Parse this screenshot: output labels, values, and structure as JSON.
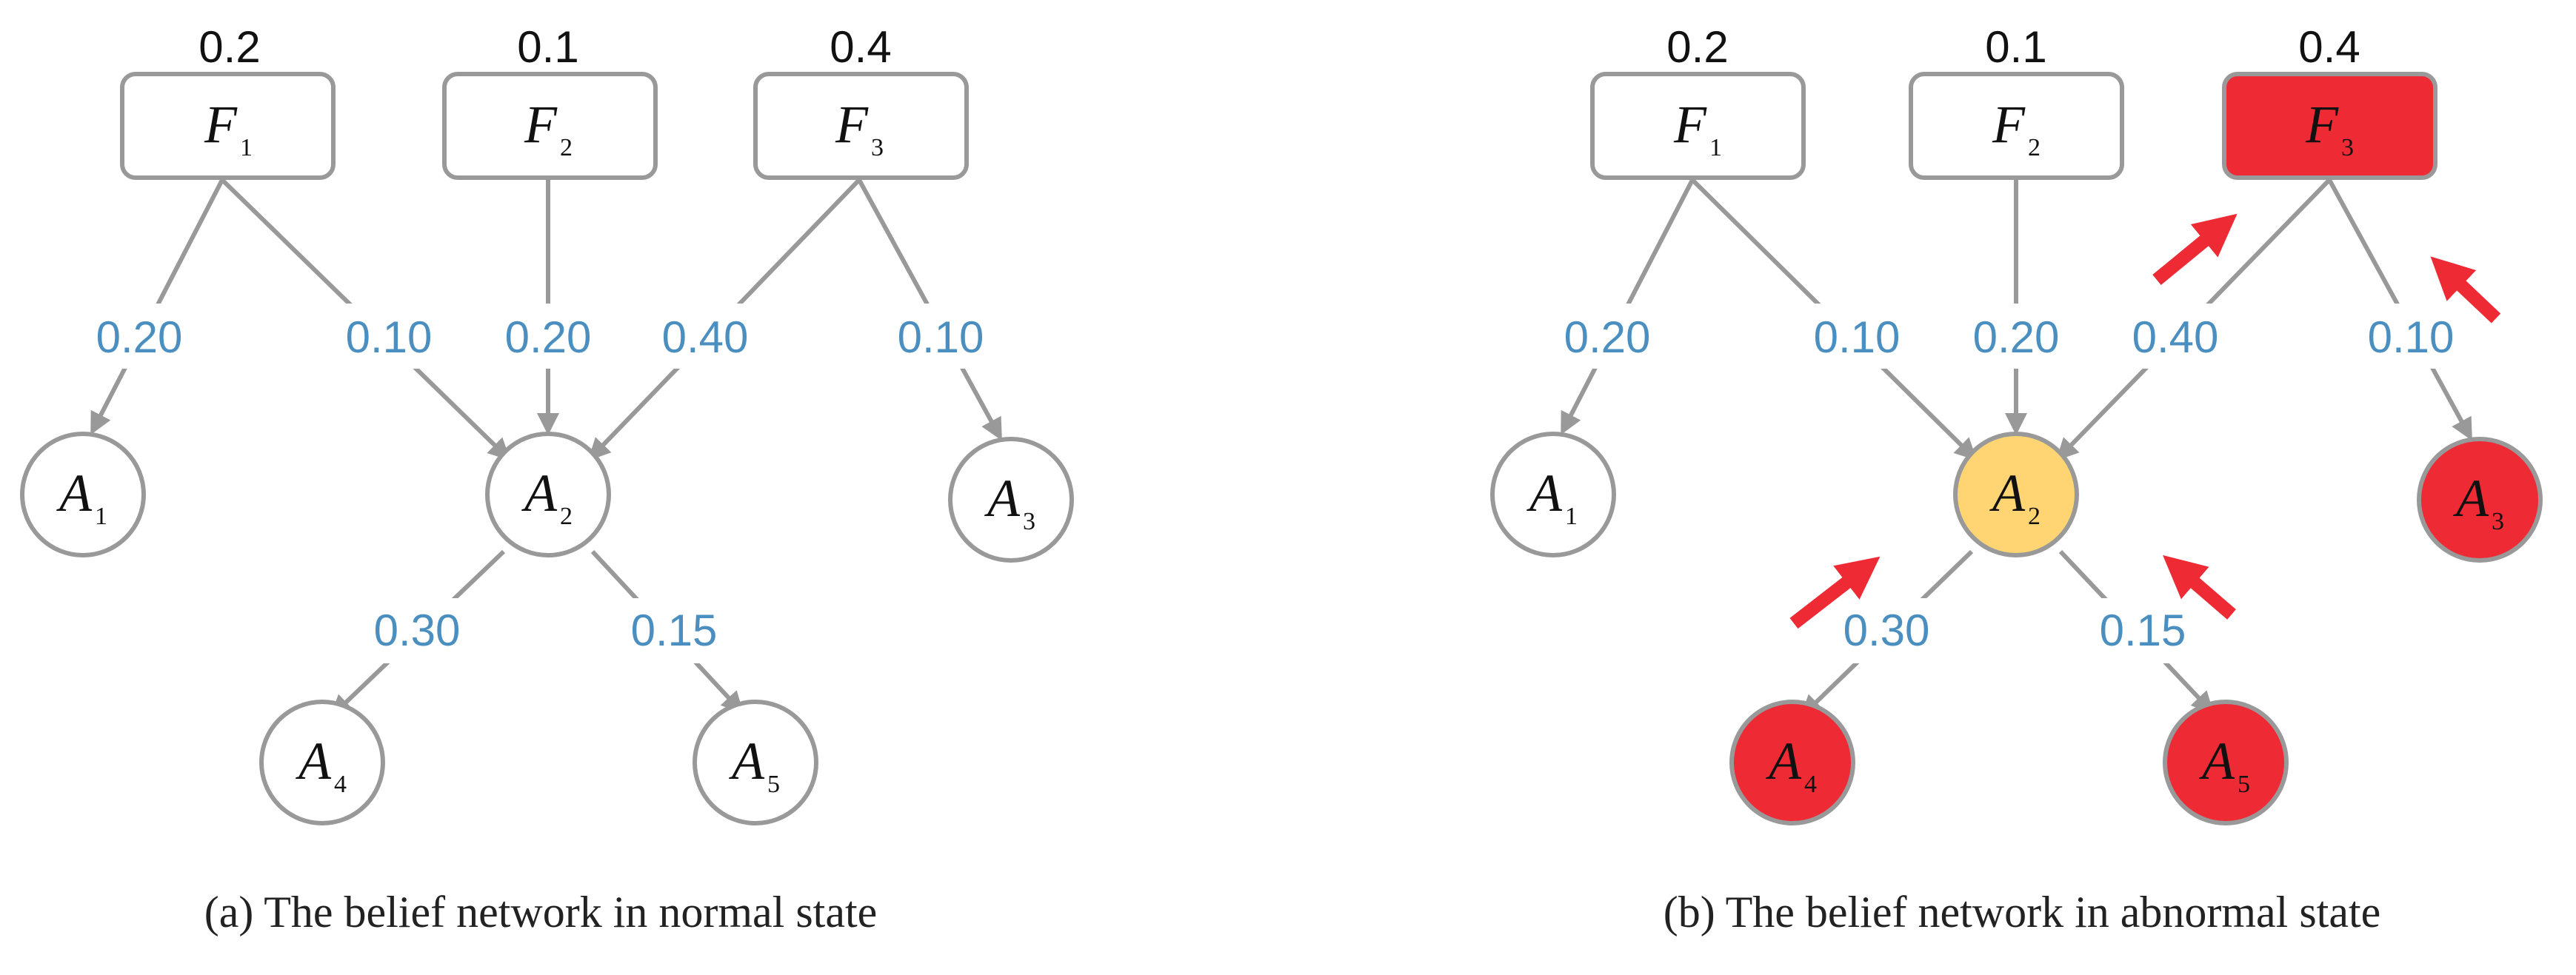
{
  "panels": [
    {
      "id": "a",
      "caption": "(a) The belief network in normal state",
      "factors": [
        {
          "letter": "F",
          "sub": "1",
          "prior": "0.2",
          "state": "normal"
        },
        {
          "letter": "F",
          "sub": "2",
          "prior": "0.1",
          "state": "normal"
        },
        {
          "letter": "F",
          "sub": "3",
          "prior": "0.4",
          "state": "normal"
        }
      ],
      "nodes": [
        {
          "letter": "A",
          "sub": "1",
          "state": "normal"
        },
        {
          "letter": "A",
          "sub": "2",
          "state": "normal"
        },
        {
          "letter": "A",
          "sub": "3",
          "state": "normal"
        },
        {
          "letter": "A",
          "sub": "4",
          "state": "normal"
        },
        {
          "letter": "A",
          "sub": "5",
          "state": "normal"
        }
      ],
      "edges": [
        {
          "from": "F1",
          "to": "A1",
          "weight": "0.20"
        },
        {
          "from": "F1",
          "to": "A2",
          "weight": "0.10"
        },
        {
          "from": "F2",
          "to": "A2",
          "weight": "0.20"
        },
        {
          "from": "F3",
          "to": "A2",
          "weight": "0.40"
        },
        {
          "from": "F3",
          "to": "A3",
          "weight": "0.10"
        },
        {
          "from": "A2",
          "to": "A4",
          "weight": "0.30"
        },
        {
          "from": "A2",
          "to": "A5",
          "weight": "0.15"
        }
      ]
    },
    {
      "id": "b",
      "caption": "(b) The belief network in abnormal state",
      "factors": [
        {
          "letter": "F",
          "sub": "1",
          "prior": "0.2",
          "state": "normal"
        },
        {
          "letter": "F",
          "sub": "2",
          "prior": "0.1",
          "state": "normal"
        },
        {
          "letter": "F",
          "sub": "3",
          "prior": "0.4",
          "state": "abnormal"
        }
      ],
      "nodes": [
        {
          "letter": "A",
          "sub": "1",
          "state": "normal"
        },
        {
          "letter": "A",
          "sub": "2",
          "state": "intermediate"
        },
        {
          "letter": "A",
          "sub": "3",
          "state": "abnormal"
        },
        {
          "letter": "A",
          "sub": "4",
          "state": "abnormal"
        },
        {
          "letter": "A",
          "sub": "5",
          "state": "abnormal"
        }
      ],
      "edges": [
        {
          "from": "F1",
          "to": "A1",
          "weight": "0.20"
        },
        {
          "from": "F1",
          "to": "A2",
          "weight": "0.10"
        },
        {
          "from": "F2",
          "to": "A2",
          "weight": "0.20"
        },
        {
          "from": "F3",
          "to": "A2",
          "weight": "0.40"
        },
        {
          "from": "F3",
          "to": "A3",
          "weight": "0.10"
        },
        {
          "from": "A2",
          "to": "A4",
          "weight": "0.30"
        },
        {
          "from": "A2",
          "to": "A5",
          "weight": "0.15"
        }
      ],
      "propagation_arrows": 4
    }
  ],
  "colors": {
    "node_stroke": "#999999",
    "edge": "#999999",
    "weight_text": "#4a8fc0",
    "abnormal_fill": "#ee2a35",
    "intermediate_fill": "#ffd573",
    "propagation_arrow": "#ee2a35"
  }
}
